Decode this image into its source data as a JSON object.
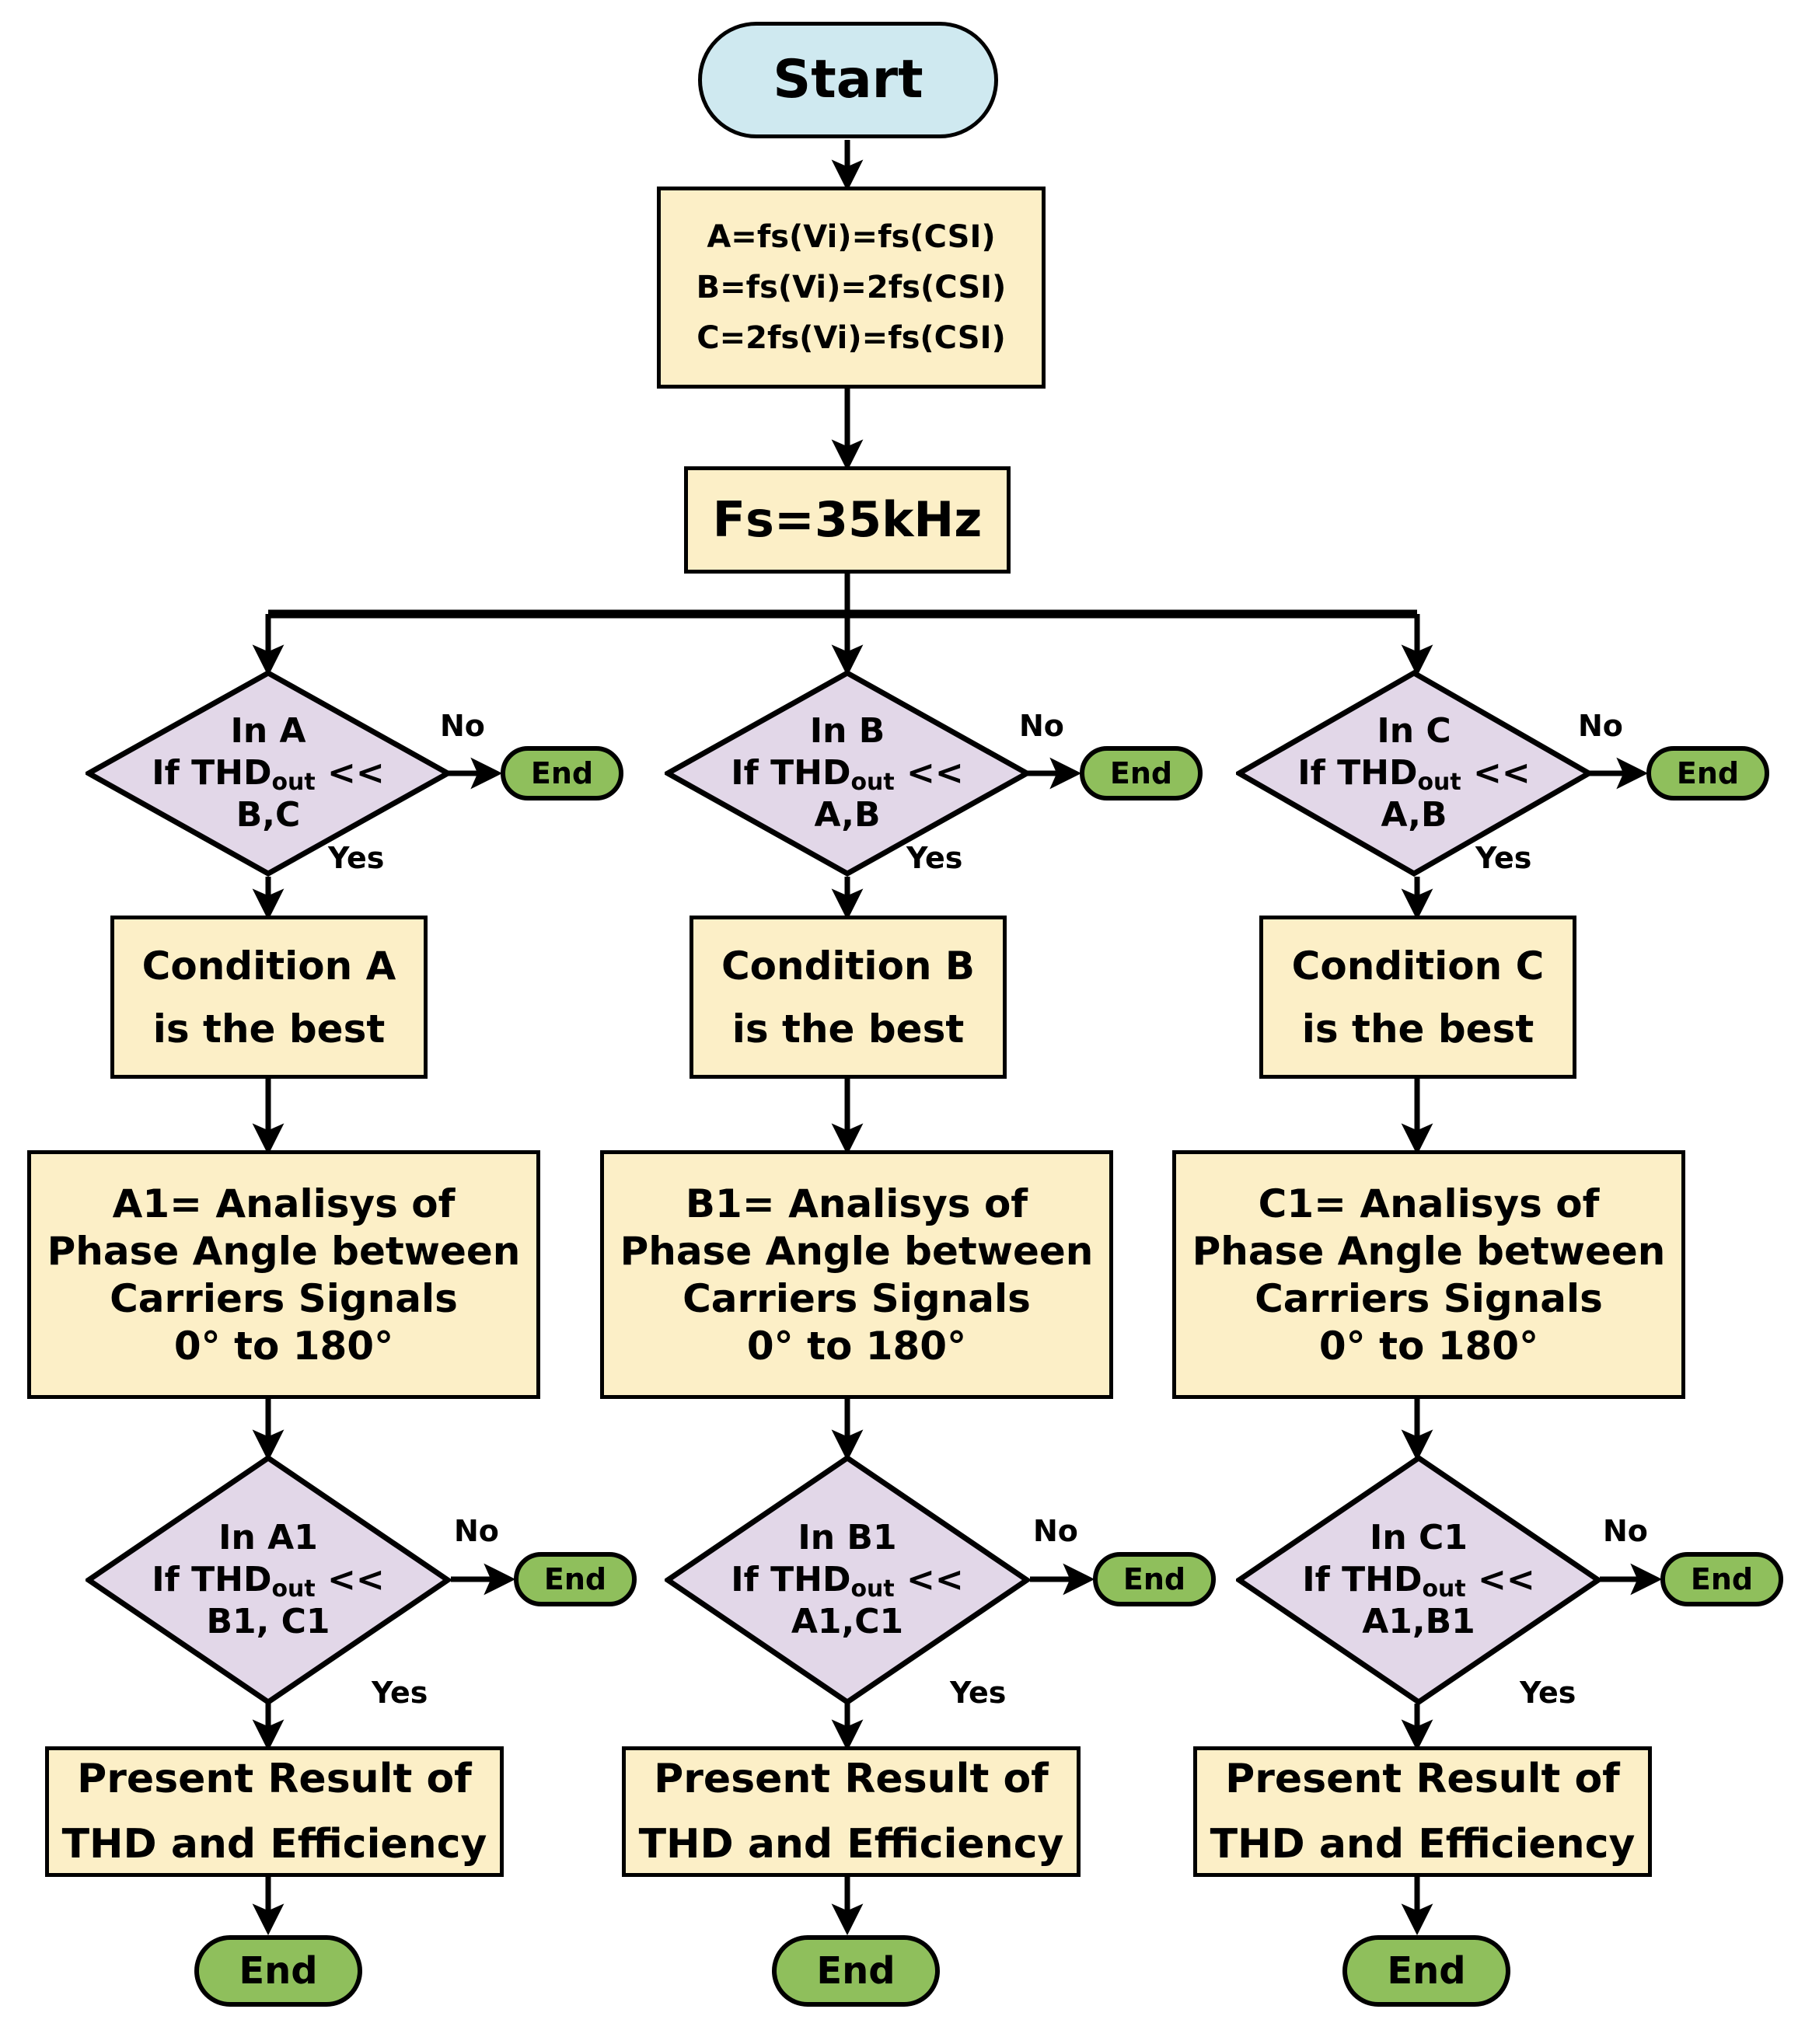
{
  "title": "Flowchart for selecting best switching condition and carrier phase angle",
  "colors": {
    "start_fill": "#CFE9F0",
    "process_fill": "#FCEFC7",
    "decision_fill": "#E2D7E8",
    "end_fill": "#8FBF5C",
    "stroke": "#000000",
    "text": "#000000"
  },
  "nodes": {
    "start": {
      "label": "Start",
      "shape": "terminator"
    },
    "params": {
      "shape": "process",
      "lines": [
        "A=fs(Vi)=fs(CSI)",
        "B=fs(Vi)=2fs(CSI)",
        "C=2fs(Vi)=fs(CSI)"
      ]
    },
    "freq": {
      "shape": "process",
      "label": "Fs=35kHz"
    },
    "decisions_row1": [
      {
        "id": "in-a",
        "shape": "decision",
        "line1": "In A",
        "line2_pre": "If THD",
        "line2_sub": "out",
        "line2_post": " <<",
        "line3": "B,C",
        "yes": "Yes",
        "no": "No",
        "no_target": "End"
      },
      {
        "id": "in-b",
        "shape": "decision",
        "line1": "In B",
        "line2_pre": "If THD",
        "line2_sub": "out",
        "line2_post": " <<",
        "line3": "A,B",
        "yes": "Yes",
        "no": "No",
        "no_target": "End"
      },
      {
        "id": "in-c",
        "shape": "decision",
        "line1": "In C",
        "line2_pre": "If THD",
        "line2_sub": "out",
        "line2_post": " <<",
        "line3": "A,B",
        "yes": "Yes",
        "no": "No",
        "no_target": "End"
      }
    ],
    "conditions": [
      {
        "id": "cond-a",
        "shape": "process",
        "lines": [
          "Condition A",
          "is the best"
        ]
      },
      {
        "id": "cond-b",
        "shape": "process",
        "lines": [
          "Condition B",
          "is the best"
        ]
      },
      {
        "id": "cond-c",
        "shape": "process",
        "lines": [
          "Condition C",
          "is the best"
        ]
      }
    ],
    "analysis": [
      {
        "id": "analysis-a",
        "shape": "process",
        "lines": [
          "A1= Analisys of",
          "Phase Angle between",
          "Carriers Signals",
          "0° to 180°"
        ]
      },
      {
        "id": "analysis-b",
        "shape": "process",
        "lines": [
          "B1= Analisys of",
          "Phase Angle between",
          "Carriers Signals",
          "0° to 180°"
        ]
      },
      {
        "id": "analysis-c",
        "shape": "process",
        "lines": [
          "C1= Analisys of",
          "Phase Angle between",
          "Carriers Signals",
          "0° to 180°"
        ]
      }
    ],
    "decisions_row2": [
      {
        "id": "in-a1",
        "shape": "decision",
        "line1": "In A1",
        "line2_pre": "If THD",
        "line2_sub": "out",
        "line2_post": " <<",
        "line3": "B1, C1",
        "yes": "Yes",
        "no": "No",
        "no_target": "End"
      },
      {
        "id": "in-b1",
        "shape": "decision",
        "line1": "In B1",
        "line2_pre": "If THD",
        "line2_sub": "out",
        "line2_post": " <<",
        "line3": "A1,C1",
        "yes": "Yes",
        "no": "No",
        "no_target": "End"
      },
      {
        "id": "in-c1",
        "shape": "decision",
        "line1": "In C1",
        "line2_pre": "If THD",
        "line2_sub": "out",
        "line2_post": " <<",
        "line3": "A1,B1",
        "yes": "Yes",
        "no": "No",
        "no_target": "End"
      }
    ],
    "results": [
      {
        "id": "result-a",
        "shape": "process",
        "lines": [
          "Present Result of",
          "THD and Efficiency"
        ]
      },
      {
        "id": "result-b",
        "shape": "process",
        "lines": [
          "Present Result of",
          "THD and Efficiency"
        ]
      },
      {
        "id": "result-c",
        "shape": "process",
        "lines": [
          "Present Result of",
          "THD and Efficiency"
        ]
      }
    ],
    "ends_row1": [
      {
        "id": "end-a",
        "label": "End"
      },
      {
        "id": "end-b",
        "label": "End"
      },
      {
        "id": "end-c",
        "label": "End"
      }
    ],
    "ends_row2": [
      {
        "id": "end-a1",
        "label": "End"
      },
      {
        "id": "end-b1",
        "label": "End"
      },
      {
        "id": "end-c1",
        "label": "End"
      }
    ],
    "ends_final": [
      {
        "id": "end-final-a",
        "label": "End"
      },
      {
        "id": "end-final-b",
        "label": "End"
      },
      {
        "id": "end-final-c",
        "label": "End"
      }
    ]
  }
}
